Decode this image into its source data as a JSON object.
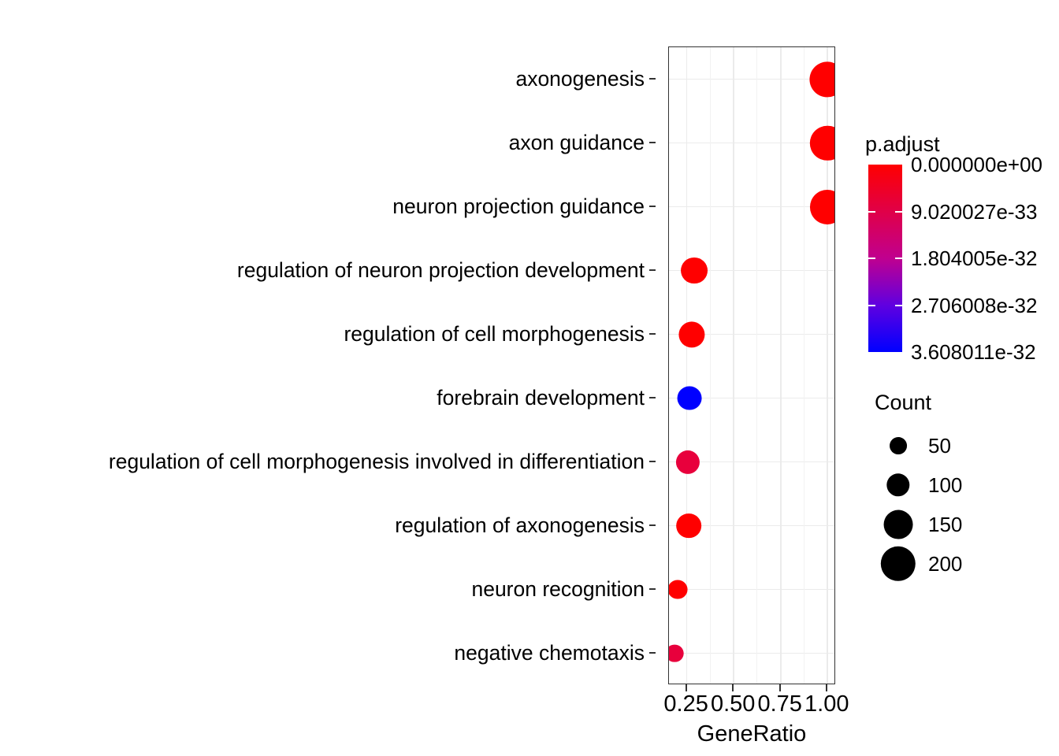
{
  "chart_data": {
    "type": "scatter",
    "title": "",
    "xlabel": "GeneRatio",
    "ylabel": "",
    "xlim": [
      0.155,
      1.045
    ],
    "xticks": [
      0.25,
      0.5,
      0.75,
      1.0
    ],
    "xticklabels": [
      "0.25",
      "0.50",
      "0.75",
      "1.00"
    ],
    "grid": true,
    "legend_position": "right",
    "categories": [
      "axonogenesis",
      "axon guidance",
      "neuron projection guidance",
      "regulation of neuron projection development",
      "regulation of cell morphogenesis",
      "forebrain development",
      "regulation of cell morphogenesis involved in differentiation",
      "regulation of axonogenesis",
      "neuron recognition",
      "negative chemotaxis"
    ],
    "points": [
      {
        "category": "axonogenesis",
        "GeneRatio": 1.0,
        "Count": 205,
        "p.adjust": "0.000000e+00",
        "color": "#ff0000"
      },
      {
        "category": "axon guidance",
        "GeneRatio": 1.0,
        "Count": 200,
        "p.adjust": "0.000000e+00",
        "color": "#ff0000"
      },
      {
        "category": "neuron projection guidance",
        "GeneRatio": 1.0,
        "Count": 198,
        "p.adjust": "0.000000e+00",
        "color": "#ff0000"
      },
      {
        "category": "regulation of neuron projection development",
        "GeneRatio": 0.29,
        "Count": 130,
        "p.adjust": "0.000000e+00",
        "color": "#ff0000"
      },
      {
        "category": "regulation of cell morphogenesis",
        "GeneRatio": 0.275,
        "Count": 125,
        "p.adjust": "0.000000e+00",
        "color": "#ff0000"
      },
      {
        "category": "forebrain development",
        "GeneRatio": 0.265,
        "Count": 110,
        "p.adjust": "3.608011e-32",
        "color": "#0000ff"
      },
      {
        "category": "regulation of cell morphogenesis involved in differentiation",
        "GeneRatio": 0.255,
        "Count": 105,
        "p.adjust": "4.000000e-33",
        "color": "#e8003c"
      },
      {
        "category": "regulation of axonogenesis",
        "GeneRatio": 0.26,
        "Count": 115,
        "p.adjust": "0.000000e+00",
        "color": "#ff0000"
      },
      {
        "category": "neuron recognition",
        "GeneRatio": 0.2,
        "Count": 70,
        "p.adjust": "0.000000e+00",
        "color": "#ff0000"
      },
      {
        "category": "negative chemotaxis",
        "GeneRatio": 0.185,
        "Count": 55,
        "p.adjust": "3.000000e-33",
        "color": "#e8003c"
      }
    ],
    "color_legend": {
      "title": "p.adjust",
      "labels": [
        "0.000000e+00",
        "9.020027e-33",
        "1.804005e-32",
        "2.706008e-32",
        "3.608011e-32"
      ],
      "high_color": "#ff0000",
      "low_color": "#0000ff"
    },
    "size_legend": {
      "title": "Count",
      "values": [
        "50",
        "100",
        "150",
        "200"
      ],
      "dot_color": "#000000"
    }
  }
}
